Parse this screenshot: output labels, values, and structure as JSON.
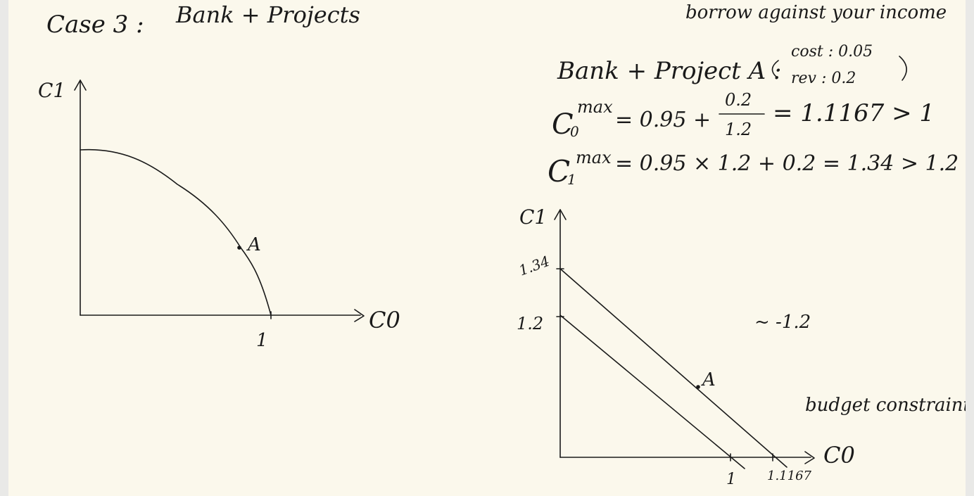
{
  "notes": {
    "case_title": "Case 3 :",
    "case_subtitle": "Bank + Projects",
    "borrow_note": "borrow against your income",
    "bank_project_label": "Bank + Project A :",
    "cost_label": "cost : 0.05",
    "rev_label": "rev : 0.2",
    "c0max_lhs": "C",
    "c0max_sub": "0",
    "c0max_sup": "max",
    "c0max_rhs_a": "= 0.95 +",
    "c0max_frac_num": "0.2",
    "c0max_frac_den": "1.2",
    "c0max_rhs_b": "= 1.1167 > 1",
    "c1max_lhs": "C",
    "c1max_sub": "1",
    "c1max_sup": "max",
    "c1max_rhs": "= 0.95 × 1.2 + 0.2 = 1.34 > 1.2",
    "slope_note": "~ -1.2",
    "budget_note": "budget constraint"
  },
  "diagram_left": {
    "y_axis_label": "C1",
    "x_axis_label": "C0",
    "x_tick_label": "1",
    "point_label": "A"
  },
  "diagram_right": {
    "y_axis_label": "C1",
    "x_axis_label": "C0",
    "y_tick_upper": "1.34",
    "y_tick_lower": "1.2",
    "x_tick_inner": "1",
    "x_tick_outer": "1.1167",
    "point_label": "A"
  }
}
